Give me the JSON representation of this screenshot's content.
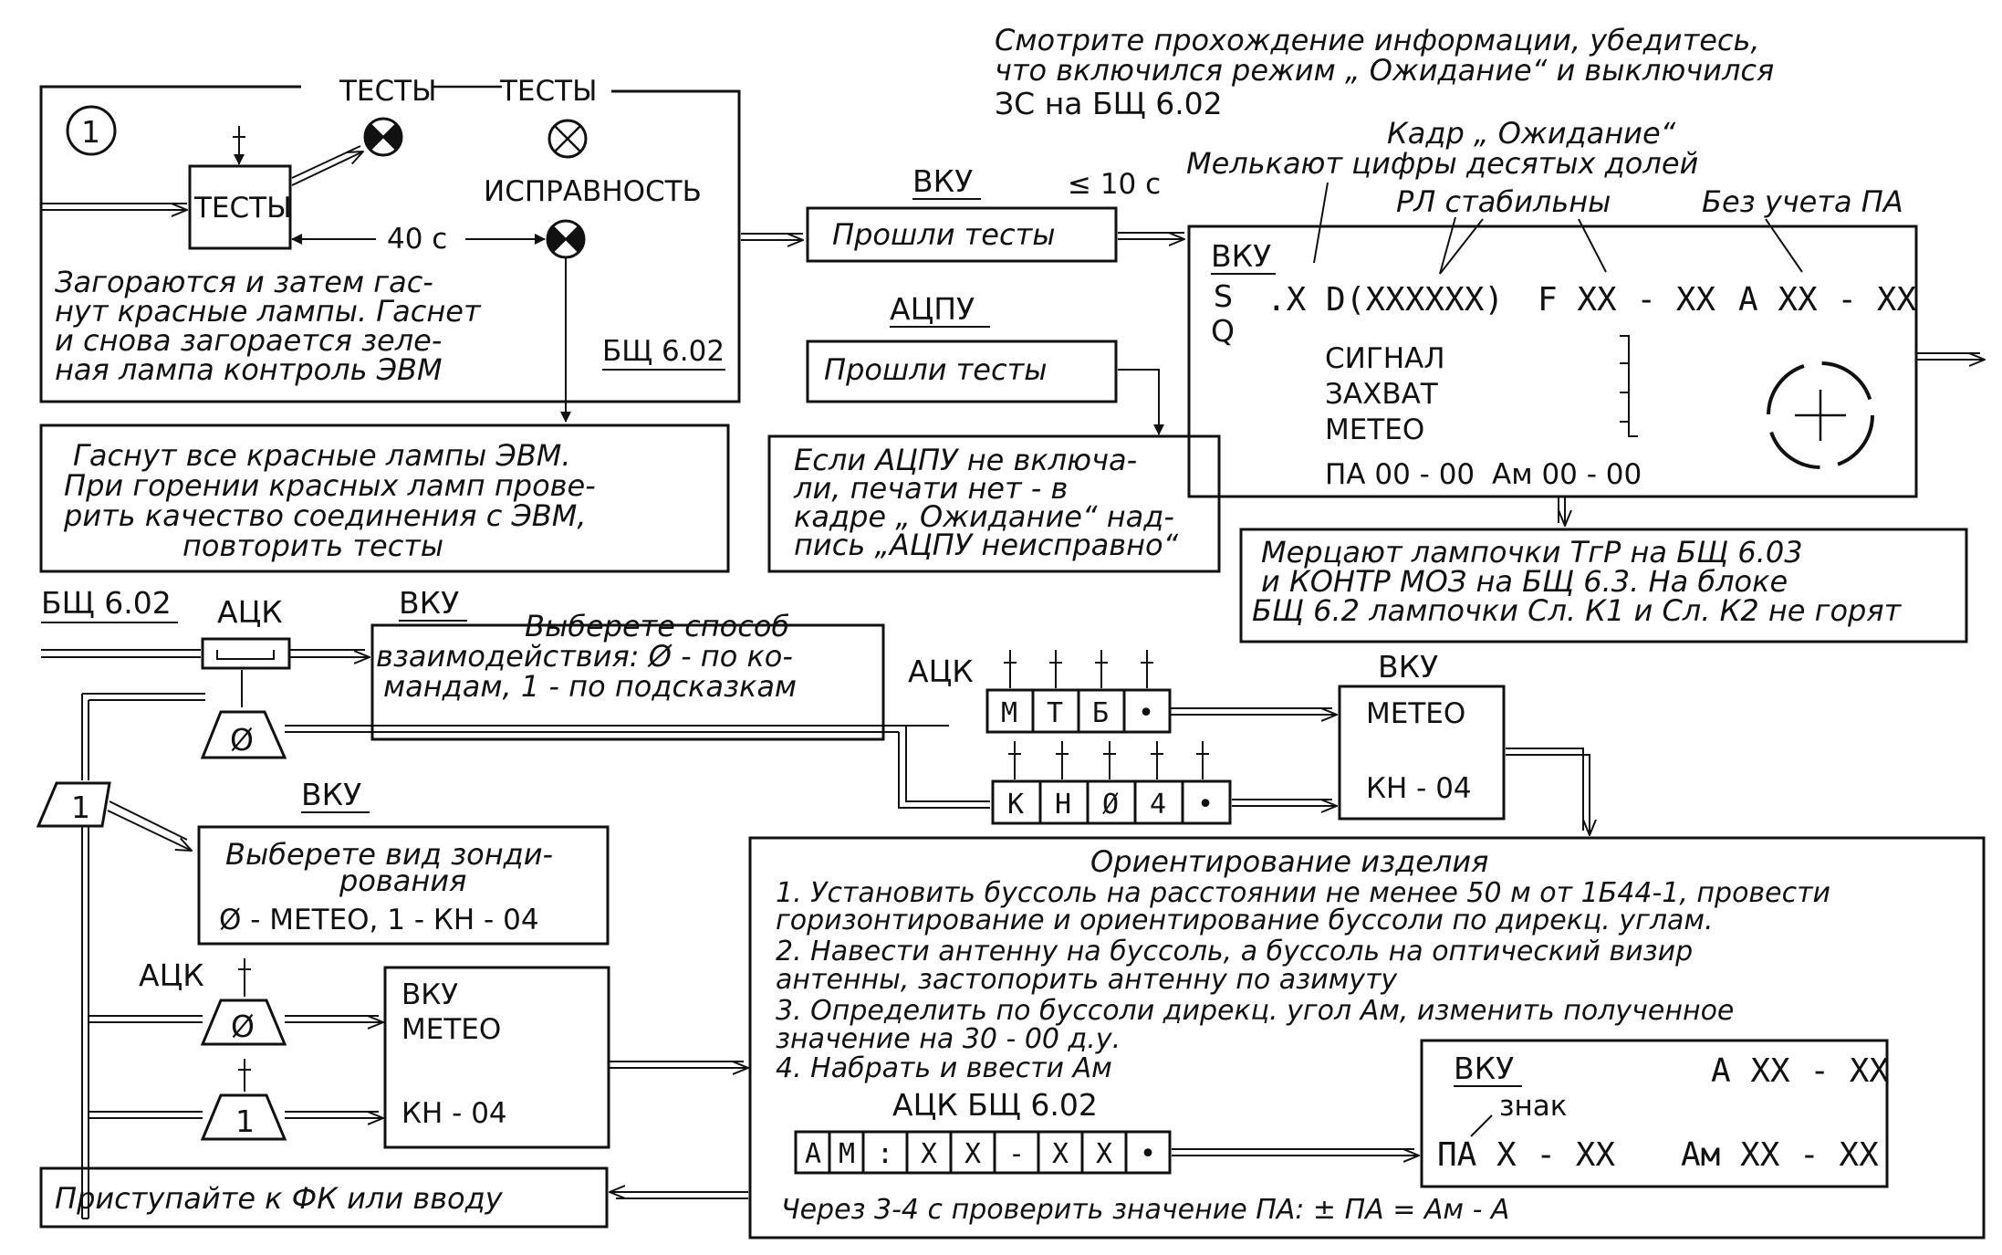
{
  "colors": {
    "ink": "#111111",
    "paper": "#ffffff"
  },
  "icons": {
    "lamp_on": "lamp-indicator-icon",
    "lamp_off": "lamp-off-icon",
    "key_press": "key-press-arrow-icon",
    "reticle": "crosshair-reticle-icon",
    "trapezoid_key": "trapezoid-key-icon"
  },
  "header": {
    "lines": [
      "Смотрите прохождение информации, убедитесь,",
      "что включился режим „ Ожидание“ и выключился"
    ],
    "line3": "ЗС на БЩ 6.02"
  },
  "step1": {
    "number": "1",
    "tests_block": "ТЕСТЫ",
    "lamp1_label": "ТЕСТЫ",
    "lamp2_label": "ТЕСТЫ",
    "lamp3_label": "ИСПРАВНОСТЬ",
    "delay": "40 с",
    "note": [
      "Загораются и затем гас-",
      "нут красные лампы. Гаснет",
      "и снова загорается зеле-",
      "ная лампа контроль ЭВМ"
    ],
    "panel": "БЩ 6.02"
  },
  "red_lamps_note": [
    "Гаснут все красные лампы ЭВМ.",
    "При горении красных ламп прове-",
    "рить качество соединения с ЭВМ,",
    "повторить тесты"
  ],
  "vku_tests": {
    "label": "ВКУ",
    "time": "≤ 10 с",
    "box": "Прошли тесты"
  },
  "atspu_tests": {
    "label": "АЦПУ",
    "box": "Прошли тесты"
  },
  "atspu_note": [
    "Если АЦПУ не включа-",
    "ли, печати нет - в",
    "кадре „ Ожидание“ над-",
    "пись „АЦПУ неисправно“"
  ],
  "frame": {
    "title": "Кадр „ Ожидание“",
    "ann1": "Мелькают цифры десятых долей",
    "ann2": "РЛ стабильны",
    "ann3": "Без учета ПА",
    "vku": "ВКУ",
    "s": "S",
    "q": "Q",
    "row": ".Х D(ХХХХХХ)",
    "f": "F ХХ - ХХ",
    "a": "А ХХ - ХХ",
    "signals": [
      "СИГНАЛ",
      "ЗАХВАТ",
      "МЕТЕО"
    ],
    "pa": "ПА 00 - 00",
    "am": "Ам 00 - 00"
  },
  "flicker_note": [
    "Мерцают лампочки ТгР на БЩ 6.03",
    "и КОНТР МОЗ на БЩ 6.3. На блоке",
    "БЩ 6.2 лампочки Сл. К1 и Сл. К2 не горят"
  ],
  "interaction": {
    "panel": "БЩ 6.02",
    "atsk": "АЦК",
    "vku": "ВКУ",
    "note": [
      "Выберете способ",
      "взаимодействия: Ø - по ко-",
      "мандам, 1 - по подсказкам"
    ],
    "key0": "Ø",
    "key1": "1"
  },
  "mode_keys": {
    "atsk": "АЦК",
    "row1": [
      "М",
      "Т",
      "Б",
      "•"
    ],
    "row2": [
      "К",
      "Н",
      "Ø",
      "4",
      "•"
    ],
    "vku": "ВКУ",
    "meteo": "МЕТЕО",
    "kn": "КН - 04"
  },
  "sounding": {
    "vku": "ВКУ",
    "note": [
      "Выберете вид зонди-",
      "рования"
    ],
    "options": "Ø - МЕТЕО,  1 - КН - 04"
  },
  "select": {
    "atsk": "АЦК",
    "key0": "Ø",
    "key1": "1",
    "vku": "ВКУ",
    "meteo": "МЕТЕО",
    "kn": "КН - 04"
  },
  "orientation": {
    "title": "Ориентирование изделия",
    "lines": [
      "1. Установить буссоль на расстоянии не менее 50 м от 1Б44-1, провести",
      "горизонтирование и ориентирование буссоли по дирекц. углам.",
      "2. Навести антенну на буссоль, а буссоль на оптический визир",
      "антенны, застопорить антенну по азимуту",
      "3. Определить по буссоли дирекц. угол Ам, изменить полученное",
      "значение на 30 - 00 д.у.",
      "4. Набрать и ввести Ам"
    ],
    "keys_label": "АЦК  БЩ 6.02",
    "keys": [
      "А",
      "М",
      ":",
      "Х",
      "Х",
      "-",
      "Х",
      "Х",
      "•"
    ],
    "check": "Через 3-4 с проверить значение ПА: ± ПА = Ам - А",
    "vku": "ВКУ",
    "a_value": "А ХХ - ХХ",
    "sign": "знак",
    "pa_value": "ПА Х - ХХ",
    "am_value": "Ам ХХ - ХХ"
  },
  "proceed": "Приступайте к ФК или вводу"
}
